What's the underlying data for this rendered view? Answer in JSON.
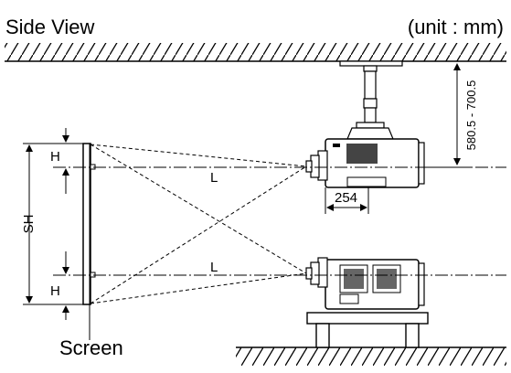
{
  "header": {
    "title": "Side View",
    "unit": "(unit : mm)"
  },
  "diagram": {
    "screen_label": "Screen",
    "labels": {
      "screen_height": "SH",
      "offset_top": "H",
      "offset_bottom": "H",
      "projection_line_top": "L",
      "projection_line_bottom": "L",
      "lens_offset": "254",
      "mount_range": "580.5 - 700.5"
    }
  }
}
